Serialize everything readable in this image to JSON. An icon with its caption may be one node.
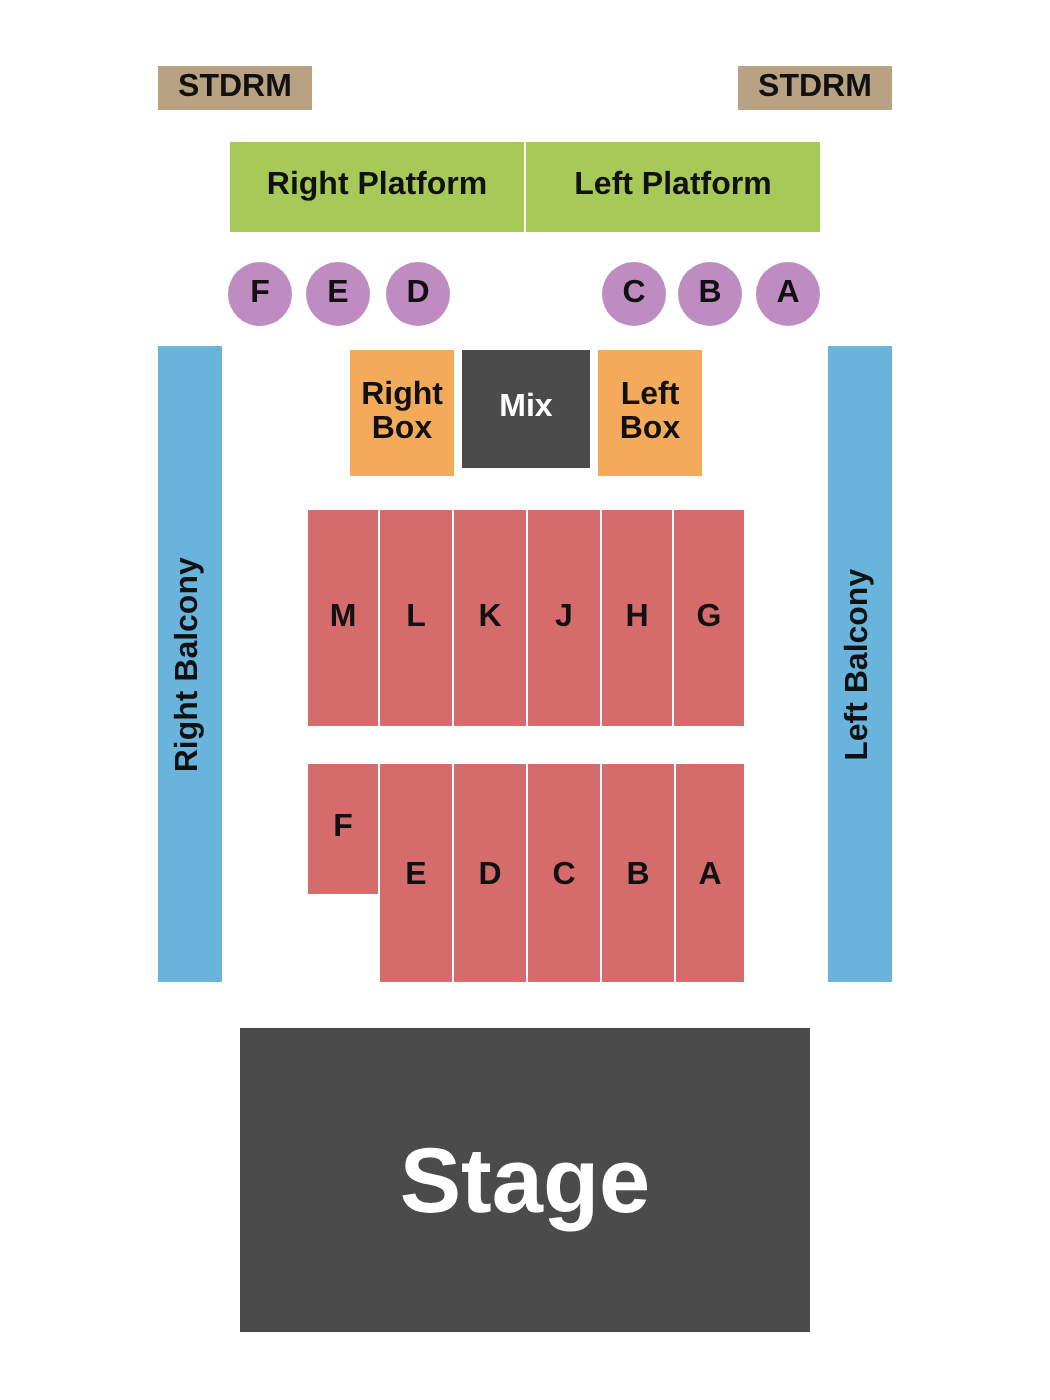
{
  "diagram": {
    "nodes": [
      {
        "text": [
          "STDRM"
        ]
      },
      {
        "text": [
          "STDRM"
        ]
      },
      {
        "text": [
          "Right Platform"
        ]
      },
      {
        "text": [
          "Left Platform"
        ]
      },
      {
        "text": [
          "F"
        ]
      },
      {
        "text": [
          "E"
        ]
      },
      {
        "text": [
          "D"
        ]
      },
      {
        "text": [
          "C"
        ]
      },
      {
        "text": [
          "B"
        ]
      },
      {
        "text": [
          "A"
        ]
      },
      {
        "text": [
          "Right Balcony"
        ]
      },
      {
        "text": [
          "Right Box"
        ]
      },
      {
        "text": [
          "Mix"
        ]
      },
      {
        "text": [
          "Left Box"
        ]
      },
      {
        "text": [
          "Left Balcony"
        ]
      },
      {
        "text": [
          "M"
        ]
      },
      {
        "text": [
          "L"
        ]
      },
      {
        "text": [
          "K"
        ]
      },
      {
        "text": [
          "J"
        ]
      },
      {
        "text": [
          "H"
        ]
      },
      {
        "text": [
          "G"
        ]
      },
      {
        "text": [
          "F"
        ]
      },
      {
        "text": [
          "E"
        ]
      },
      {
        "text": [
          "D"
        ]
      },
      {
        "text": [
          "C"
        ]
      },
      {
        "text": [
          "B"
        ]
      },
      {
        "text": [
          "A"
        ]
      },
      {
        "text": [
          "Stage"
        ]
      }
    ]
  }
}
